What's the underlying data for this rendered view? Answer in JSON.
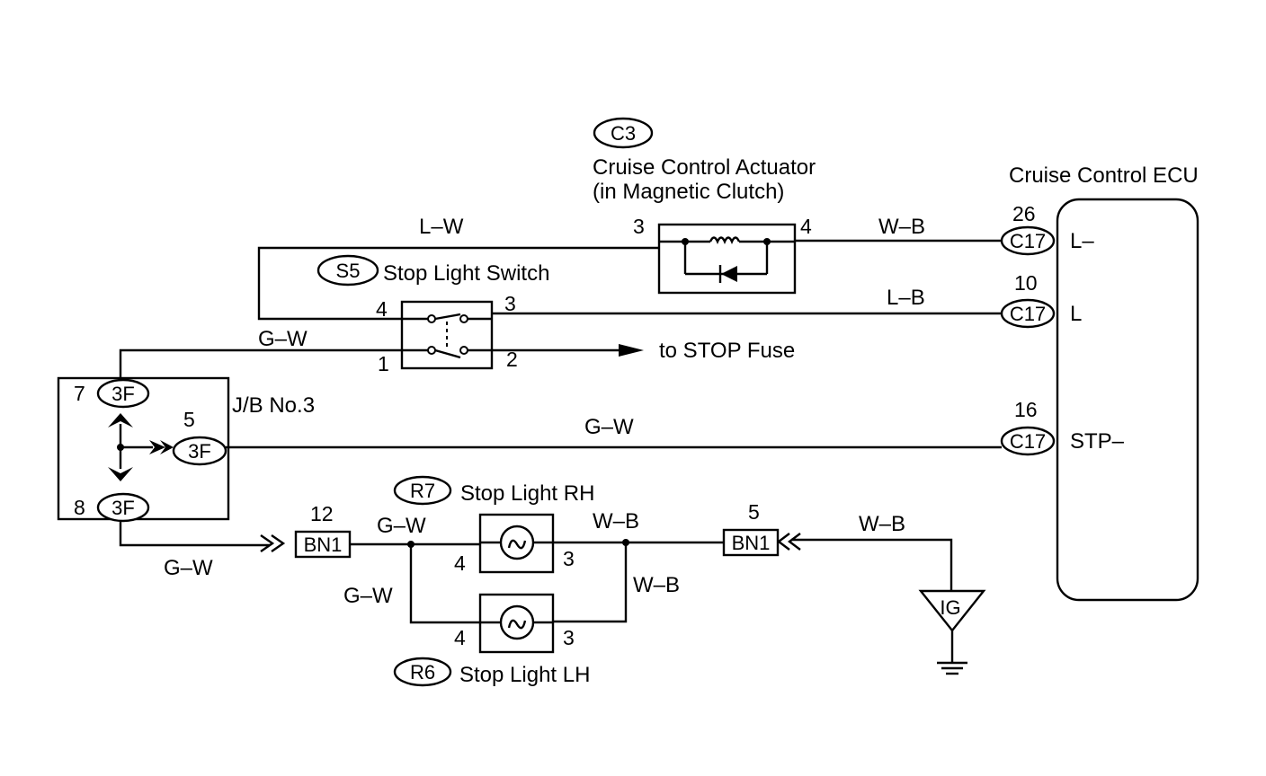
{
  "components": {
    "actuator": {
      "code": "C3",
      "title_line1": "Cruise Control Actuator",
      "title_line2": "(in Magnetic Clutch)",
      "pin_in": "3",
      "pin_out": "4"
    },
    "ecu": {
      "title": "Cruise Control ECU",
      "connector": "C17",
      "terminals": [
        {
          "pin": "26",
          "name": "L–"
        },
        {
          "pin": "10",
          "name": "L"
        },
        {
          "pin": "16",
          "name": "STP–"
        }
      ]
    },
    "stop_light_switch": {
      "code": "S5",
      "title": "Stop Light Switch",
      "pin_top_left": "4",
      "pin_top_right": "3",
      "pin_bottom_left": "1",
      "pin_bottom_right": "2",
      "fuse_note": "to STOP Fuse"
    },
    "junction_block": {
      "title": "J/B No.3",
      "connector": "3F",
      "pin_top": "7",
      "pin_mid": "5",
      "pin_bottom": "8"
    },
    "stop_light_rh": {
      "code": "R7",
      "title": "Stop Light RH",
      "pin_left": "4",
      "pin_right": "3"
    },
    "stop_light_lh": {
      "code": "R6",
      "title": "Stop Light LH",
      "pin_left": "4",
      "pin_right": "3"
    },
    "bn1_left": {
      "code": "BN1",
      "pin": "12"
    },
    "bn1_right": {
      "code": "BN1",
      "pin": "5"
    },
    "ground": {
      "code": "IG"
    }
  },
  "wires": {
    "actuator_in": "L–W",
    "actuator_out": "W–B",
    "switch_to_ecu": "L–B",
    "jb_to_switch": "G–W",
    "jb_to_ecu": "G–W",
    "jb_to_bn1": "G–W",
    "bn1_to_lights": "G–W",
    "lights_branch": "G–W",
    "lights_to_bn1": "W–B",
    "lights_branch_out": "W–B",
    "bn1_to_ground": "W–B"
  }
}
